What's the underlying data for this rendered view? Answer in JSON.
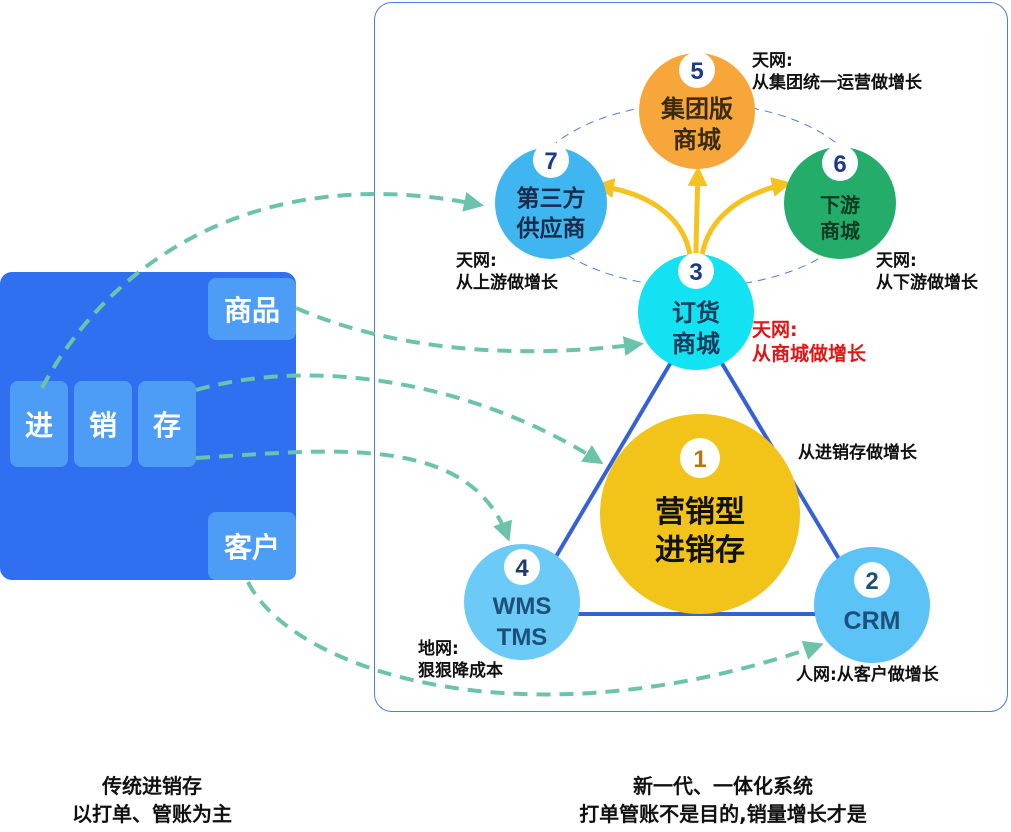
{
  "left": {
    "items": {
      "goods": "商品",
      "jin": "进",
      "xiao": "销",
      "cun": "存",
      "customer": "客户"
    }
  },
  "nodes": {
    "n1": {
      "num": "1",
      "line1": "营销型",
      "line2": "进销存"
    },
    "n2": {
      "num": "2",
      "line1": "CRM"
    },
    "n3": {
      "num": "3",
      "line1": "订货",
      "line2": "商城"
    },
    "n4": {
      "num": "4",
      "line1": "WMS",
      "line2": "TMS"
    },
    "n5": {
      "num": "5",
      "line1": "集团版",
      "line2": "商城"
    },
    "n6": {
      "num": "6",
      "line1": "下游",
      "line2": "商城"
    },
    "n7": {
      "num": "7",
      "line1": "第三方",
      "line2": "供应商"
    }
  },
  "notes": {
    "n5": {
      "l1": "天网:",
      "l2": "从集团统一运营做增长"
    },
    "n7": {
      "l1": "天网:",
      "l2": "从上游做增长"
    },
    "n6": {
      "l1": "天网:",
      "l2": "从下游做增长"
    },
    "n3": {
      "l1": "天网:",
      "l2": "从商城做增长"
    },
    "n1": {
      "l1": "从进销存做增长"
    },
    "n4": {
      "l1": "地网:",
      "l2": "狠狠降成本"
    },
    "n2": {
      "l1": "人网:从客户做增长"
    }
  },
  "captions": {
    "left": {
      "l1": "传统进销存",
      "l2": "以打单、管账为主"
    },
    "right": {
      "l1": "新一代、一体化系统",
      "l2": "打单管账不是目的,销量增长才是"
    }
  },
  "colors": {
    "left_block": "#2f6ff0",
    "chip": "#4d9cf5",
    "panel_border": "#4a7ee0",
    "n1": "#f2c318",
    "n2": "#5bc3f5",
    "n3": "#12e2f2",
    "n4": "#6ccaf7",
    "n5": "#f7a73a",
    "n6": "#24ad6a",
    "n7": "#3fb6ef",
    "triangle": "#3560d6",
    "dash_arrow": "#6cc3ac",
    "yellow_arrow": "#f5c21f",
    "red_note": "#e01616"
  }
}
